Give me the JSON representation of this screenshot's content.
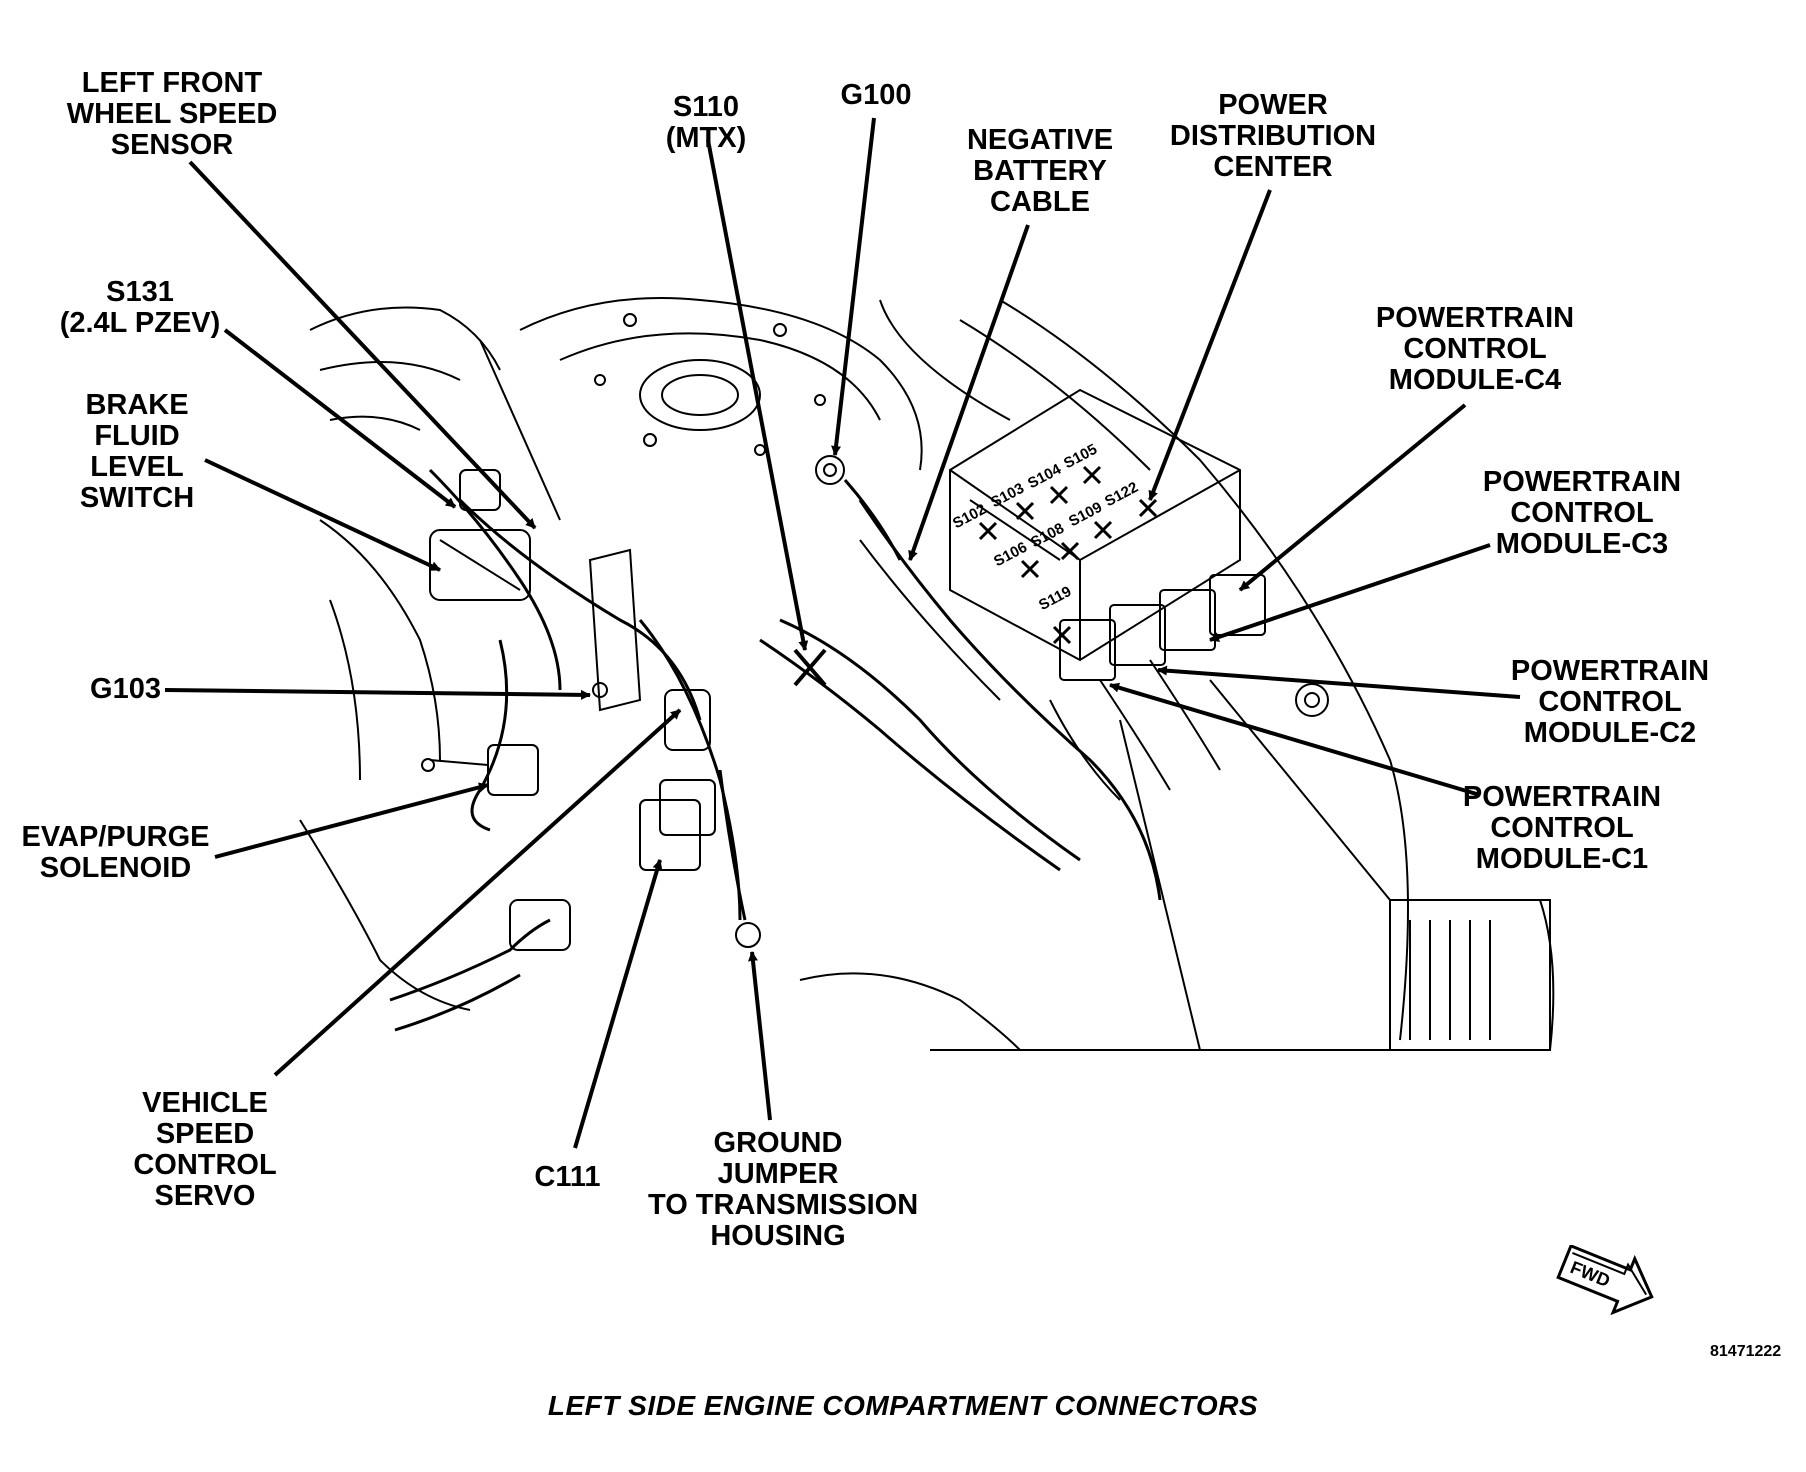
{
  "labels": {
    "left_front_wheel_speed_sensor": [
      "LEFT FRONT",
      "WHEEL SPEED",
      "SENSOR"
    ],
    "s131": [
      "S131",
      "(2.4L PZEV)"
    ],
    "brake_fluid_level_switch": [
      "BRAKE",
      "FLUID",
      "LEVEL",
      "SWITCH"
    ],
    "g103": "G103",
    "evap_purge_solenoid": [
      "EVAP/PURGE",
      "SOLENOID"
    ],
    "vehicle_speed_control_servo": [
      "VEHICLE",
      "SPEED",
      "CONTROL",
      "SERVO"
    ],
    "c111": "C111",
    "ground_jumper": [
      "GROUND",
      "JUMPER",
      "TO TRANSMISSION",
      "HOUSING"
    ],
    "s110": [
      "S110",
      "(MTX)"
    ],
    "g100": "G100",
    "negative_battery_cable": [
      "NEGATIVE",
      "BATTERY",
      "CABLE"
    ],
    "power_distribution_center": [
      "POWER",
      "DISTRIBUTION",
      "CENTER"
    ],
    "pcm_c4": [
      "POWERTRAIN",
      "CONTROL",
      "MODULE-C4"
    ],
    "pcm_c3": [
      "POWERTRAIN",
      "CONTROL",
      "MODULE-C3"
    ],
    "pcm_c2": [
      "POWERTRAIN",
      "CONTROL",
      "MODULE-C2"
    ],
    "pcm_c1": [
      "POWERTRAIN",
      "CONTROL",
      "MODULE-C1"
    ]
  },
  "splices": {
    "row1": [
      "S102",
      "S103",
      "S104",
      "S105"
    ],
    "row2": [
      "S106",
      "S108",
      "S109",
      "S122"
    ],
    "row3": [
      "S119"
    ]
  },
  "fwd": "FWD",
  "figure_number": "81471222",
  "caption": "LEFT SIDE ENGINE COMPARTMENT CONNECTORS"
}
